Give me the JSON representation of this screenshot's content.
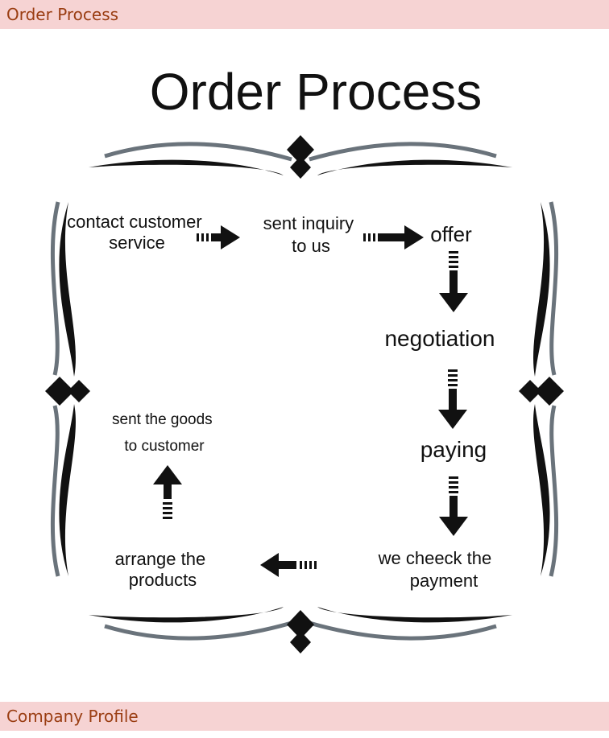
{
  "sections": {
    "top_label": "Order Process",
    "bottom_label": "Company Profile"
  },
  "diagram": {
    "title": "Order Process",
    "steps": [
      {
        "id": "contact",
        "lines": [
          "contact customer",
          "service"
        ]
      },
      {
        "id": "inquiry",
        "lines": [
          "sent inquiry",
          "to us"
        ]
      },
      {
        "id": "offer",
        "lines": [
          "offer"
        ]
      },
      {
        "id": "negotiation",
        "lines": [
          "negotiation"
        ]
      },
      {
        "id": "paying",
        "lines": [
          "paying"
        ]
      },
      {
        "id": "check",
        "lines": [
          "we cheeck the",
          "payment"
        ]
      },
      {
        "id": "arrange",
        "lines": [
          "arrange the",
          "products"
        ]
      },
      {
        "id": "goods",
        "lines": [
          "sent the goods",
          "to customer"
        ]
      }
    ],
    "connectors": [
      {
        "from": "contact",
        "to": "inquiry",
        "direction": "right"
      },
      {
        "from": "inquiry",
        "to": "offer",
        "direction": "right"
      },
      {
        "from": "offer",
        "to": "negotiation",
        "direction": "down"
      },
      {
        "from": "negotiation",
        "to": "paying",
        "direction": "down"
      },
      {
        "from": "paying",
        "to": "check",
        "direction": "down"
      },
      {
        "from": "check",
        "to": "arrange",
        "direction": "left"
      },
      {
        "from": "arrange",
        "to": "goods",
        "direction": "up"
      }
    ],
    "colors": {
      "ink": "#111111",
      "frame_grey": "#6a737b",
      "section_bar": "#f6d3d3",
      "section_text": "#9a3d12"
    }
  }
}
